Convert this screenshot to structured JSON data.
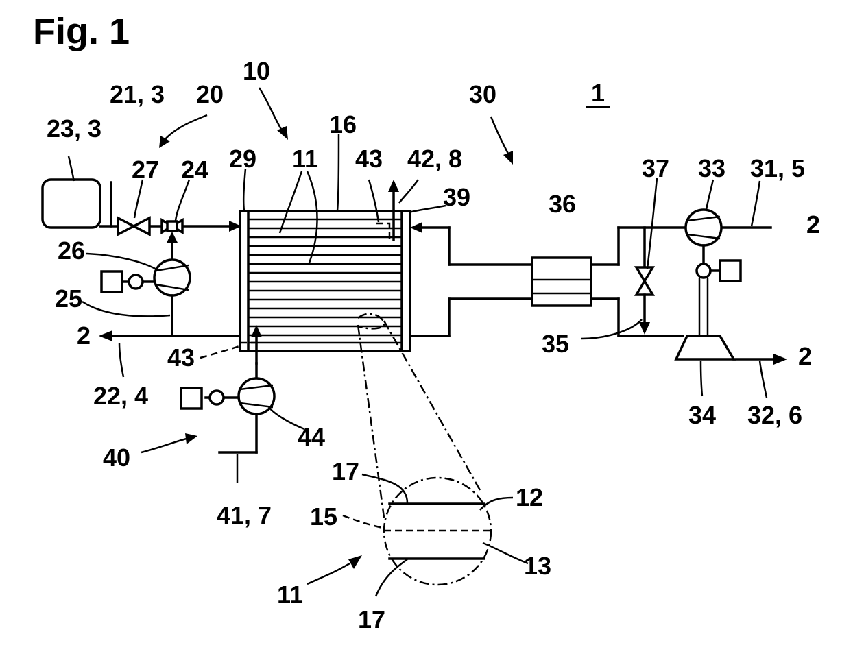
{
  "figure": {
    "title": "Fig. 1",
    "system_ref": "1"
  },
  "labels": {
    "l_10": "10",
    "l_21_3": "21, 3",
    "l_20": "20",
    "l_30": "30",
    "l_23_3": "23, 3",
    "l_16": "16",
    "l_29": "29",
    "l_11_top": "11",
    "l_43_top": "43",
    "l_42_8": "42, 8",
    "l_27": "27",
    "l_24": "24",
    "l_39": "39",
    "l_36": "36",
    "l_37": "37",
    "l_33": "33",
    "l_31_5": "31, 5",
    "l_2_right_top": "2",
    "l_26": "26",
    "l_25": "25",
    "l_2_left": "2",
    "l_43_bottom": "43",
    "l_35": "35",
    "l_2_right_bottom": "2",
    "l_22_4": "22, 4",
    "l_34": "34",
    "l_32_6": "32, 6",
    "l_44": "44",
    "l_40": "40",
    "l_17_top": "17",
    "l_12": "12",
    "l_15": "15",
    "l_41_7": "41, 7",
    "l_13": "13",
    "l_11_bottom": "11",
    "l_17_bottom": "17"
  }
}
